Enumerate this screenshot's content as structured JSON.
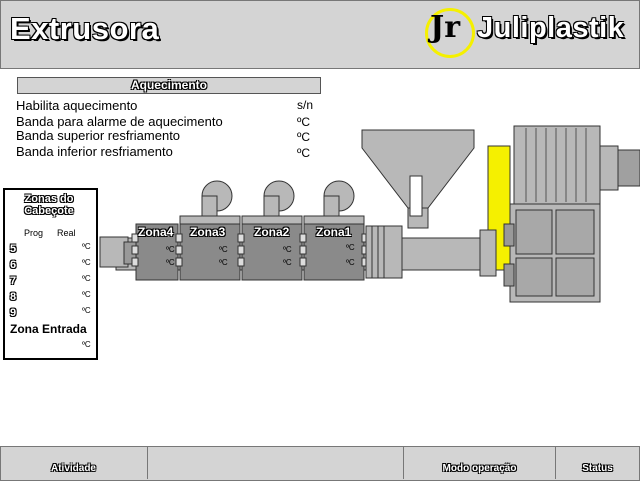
{
  "header": {
    "title": "Extrusora",
    "logo_mark": "Jr",
    "brand": "Juliplastik"
  },
  "aquecimento": {
    "title": "Aquecimento",
    "rows": [
      {
        "label": "Habilita aquecimento",
        "unit": "s/n"
      },
      {
        "label": "Banda para alarme de aquecimento",
        "unit": "ºC"
      },
      {
        "label": "Banda superior resfriamento",
        "unit": "ºC"
      },
      {
        "label": "Banda inferior resfriamento",
        "unit": "ºC"
      }
    ]
  },
  "cabecote": {
    "title": "Zonas do Cabeçote",
    "col_prog": "Prog",
    "col_real": "Real",
    "zones": [
      "5",
      "6",
      "7",
      "8",
      "9"
    ],
    "unit": "ºC",
    "entrada": "Zona Entrada"
  },
  "extruder": {
    "zones": [
      {
        "name": "Zona4",
        "unit": "ºC"
      },
      {
        "name": "Zona3",
        "unit": "ºC"
      },
      {
        "name": "Zona2",
        "unit": "ºC"
      },
      {
        "name": "Zona1",
        "unit": "ºC"
      }
    ],
    "colors": {
      "metal": "#b8b8b8",
      "heater": "#8a8a8a",
      "accent": "#f5f000"
    }
  },
  "footer": {
    "atividade": "Atividade",
    "blank": "",
    "modo": "Modo operação",
    "status": "Status"
  }
}
